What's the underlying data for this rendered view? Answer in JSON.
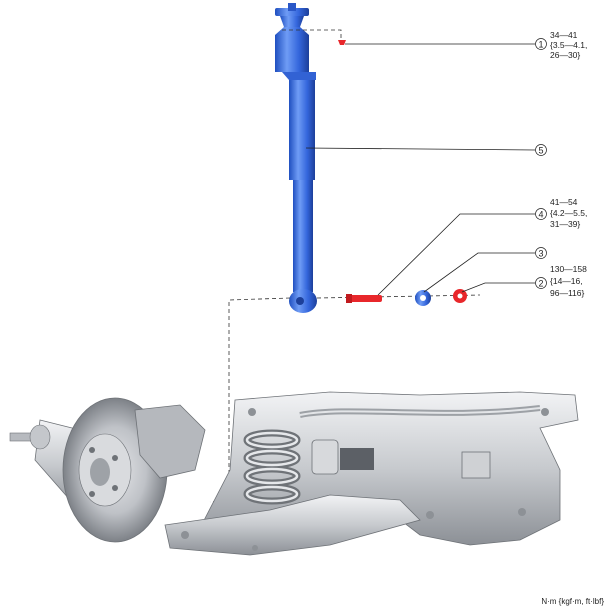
{
  "callouts": [
    {
      "number": "1",
      "torque": [
        "34—41",
        "{3.5—4.1,",
        "26—30}"
      ]
    },
    {
      "number": "5",
      "torque": []
    },
    {
      "number": "4",
      "torque": [
        "41—54",
        "{4.2—5.5,",
        "31—39}"
      ]
    },
    {
      "number": "3",
      "torque": []
    },
    {
      "number": "2",
      "torque": [
        "130—158",
        "{14—16,",
        "96—116}"
      ]
    }
  ],
  "units_note": "N·m {kgf·m, ft·lbf}",
  "colors": {
    "shock_absorber": "#3f6fe0",
    "highlight_bolt": "#e8272b",
    "washer": "#3f6fe0",
    "frame": "#c9ccd0"
  }
}
